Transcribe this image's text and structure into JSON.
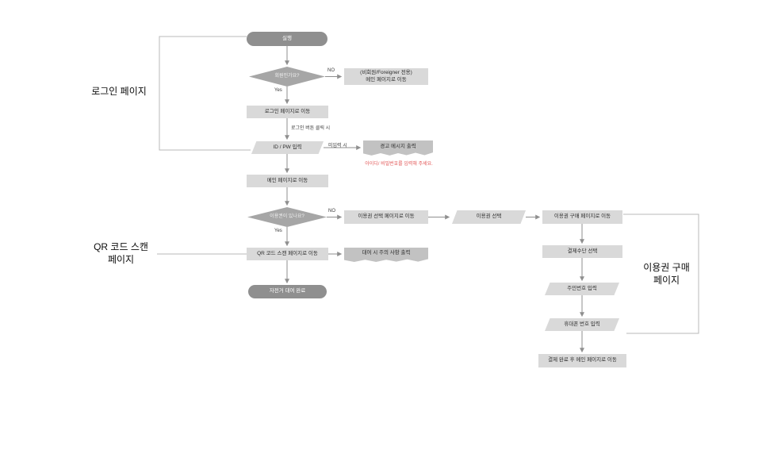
{
  "sections": {
    "login": {
      "label": "로그인 페이지"
    },
    "qr": {
      "label_line1": "QR 코드 스캔",
      "label_line2": "페이지"
    },
    "purchase": {
      "label_line1": "이용권 구매",
      "label_line2": "페이지"
    }
  },
  "flow": {
    "start": "실행",
    "is_member": "회원인가요?",
    "nonmember": {
      "line1": "(비회원/Foreigner 전용)",
      "line2": "메인 페이지로 이동"
    },
    "goto_login_page": "로그인 페이지로 이동",
    "id_pw_input": "ID / PW 입력",
    "warning_message": "경고 메시지 출력",
    "warning_detail": "아이디/ 비밀번호를 입력해 주세요.",
    "goto_main_page": "메인 페이지로 이동",
    "has_ticket": "이용권이 있나요?",
    "goto_ticket_select_page": "이용권 선택 페이지로 이동",
    "ticket_select": "이용권 선택",
    "goto_purchase_page": "이용권 구매 페이지로 이동",
    "goto_qr_page": "QR 코드 스캔 페이지로 이동",
    "rental_notice": "대여 시 주의 사항 출력",
    "rental_complete": "자전거 대여 완료",
    "payment_method_select": "결제수단 선택",
    "resident_number_input": "주민번호 입력",
    "phone_number_input": "휴대폰 번호 입력",
    "payment_complete": "결제 완료 후 메인 페이지로 이동"
  },
  "edge_labels": {
    "member_no": "NO",
    "member_yes": "Yes",
    "login_button_click": "로그인 버튼 클릭 시",
    "no_input": "미입력 시",
    "ticket_no": "NO",
    "ticket_yes": "Yes"
  },
  "colors": {
    "terminator_fill": "#8f8f8f",
    "decision_fill": "#a6a6a6",
    "process_fill": "#d9d9d9",
    "note_fill": "#c2c2c2",
    "connector": "#8f8f8f",
    "bracket": "#b8b8b8",
    "warning_text": "#e25555"
  }
}
